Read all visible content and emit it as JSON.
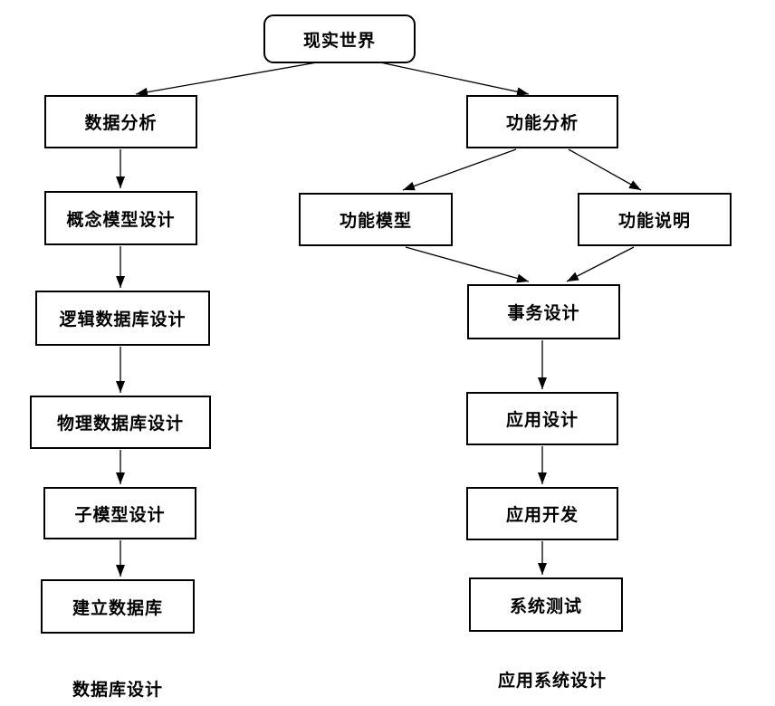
{
  "diagram": {
    "nodes": {
      "real_world": "现实世界",
      "data_analysis": "数据分析",
      "concept_model_design": "概念模型设计",
      "logical_db_design": "逻辑数据库设计",
      "physical_db_design": "物理数据库设计",
      "submodel_design": "子模型设计",
      "build_database": "建立数据库",
      "function_analysis": "功能分析",
      "function_model": "功能模型",
      "function_description": "功能说明",
      "transaction_design": "事务设计",
      "application_design": "应用设计",
      "application_development": "应用开发",
      "system_test": "系统测试"
    },
    "section_labels": {
      "left": "数据库设计",
      "right": "应用系统设计"
    },
    "colors": {
      "stroke": "#000000",
      "background": "#ffffff"
    }
  }
}
